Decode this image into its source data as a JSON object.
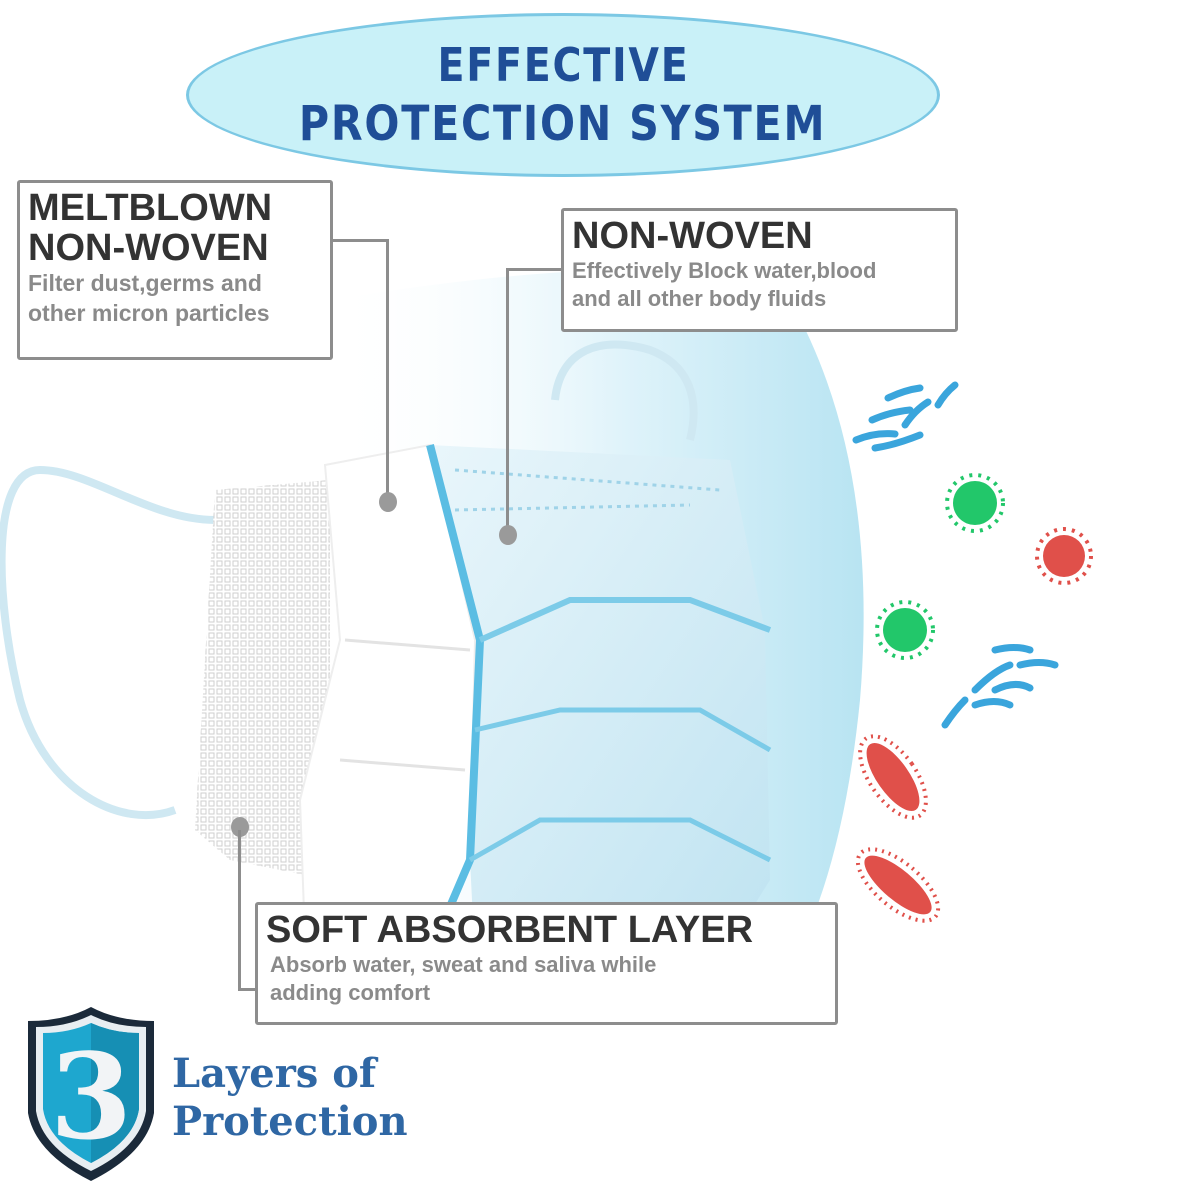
{
  "title": {
    "line1": "EFFECTIVE",
    "line2": "PROTECTION SYSTEM"
  },
  "labels": [
    {
      "id": "meltblown",
      "heading_line1": "MELTBLOWN",
      "heading_line2": "NON-WOVEN",
      "description_line1": "Filter dust,germs and",
      "description_line2": "other micron particles"
    },
    {
      "id": "non-woven",
      "heading_line1": "NON-WOVEN",
      "description_line1": "Effectively Block water,blood",
      "description_line2": "and all other body fluids"
    },
    {
      "id": "soft-absorbent",
      "heading_line1": "SOFT ABSORBENT LAYER",
      "description_line1": "Absorb water, sweat and saliva while",
      "description_line2": "adding comfort"
    }
  ],
  "badge": {
    "number": "3",
    "line1": "Layers of",
    "line2": "Protection"
  },
  "icons": [
    "face-mask-image",
    "bacteria-blue-icon",
    "virus-green-icon",
    "virus-red-icon",
    "bacteria-red-icon",
    "shield-icon"
  ],
  "colors": {
    "title_text": "#1f4e97",
    "title_ellipse_fill": "#c9f1f8",
    "title_ellipse_border": "#7cc8e4",
    "label_heading": "#333333",
    "label_description": "#8a8a8a",
    "label_border": "#8d8d8d",
    "mask_blue": "#5bbde3",
    "virus_green": "#22c76a",
    "virus_red": "#e0504a",
    "badge_text": "#2f67a4",
    "shield_fill": "#1ea7cf"
  }
}
